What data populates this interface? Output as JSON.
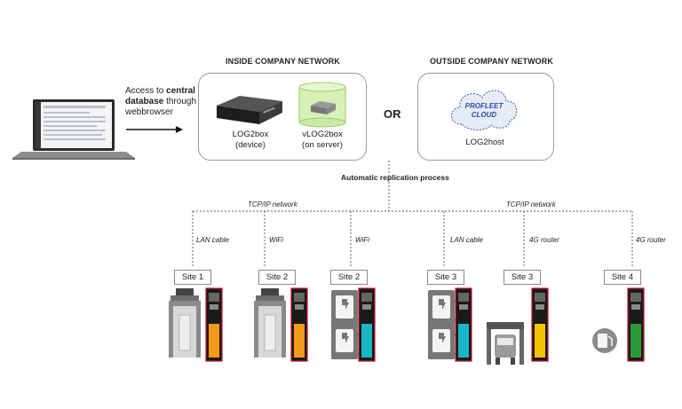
{
  "headers": {
    "inside": "INSIDE COMPANY NETWORK",
    "outside": "OUTSIDE COMPANY NETWORK"
  },
  "access_text": {
    "line1_prefix": "Access to ",
    "line1_bold": "central",
    "line2_bold": "database",
    "line2_suffix": " through",
    "line3": "webbrowser"
  },
  "devices": {
    "log2box": {
      "name": "LOG2box",
      "sub": "(device)"
    },
    "vlog2box": {
      "name": "vLOG2box",
      "sub": "(on server)"
    },
    "log2host": {
      "name": "LOG2host"
    },
    "cloud": {
      "line1": "PROFLEET",
      "line2": "CLOUD"
    }
  },
  "or_label": "OR",
  "replication": "Automatic replication process",
  "networks": {
    "tcp_left": "TCP/IP network",
    "tcp_right": "TCP/IP network"
  },
  "connections": [
    "LAN cable",
    "WiFi",
    "WiFi",
    "LAN cable",
    "4G router",
    "4G router"
  ],
  "sites": [
    "Site 1",
    "Site 2",
    "Site 2",
    "Site 3",
    "Site 3",
    "Site 4"
  ],
  "colors": {
    "orange": "#f39a1a",
    "teal": "#19b7c6",
    "yellow": "#f5c400",
    "green": "#2a9a3a",
    "red_frame": "#c8102e",
    "cloud_fill": "#e6ecf7",
    "vbox_fill": "#d6f0b6"
  },
  "icons": [
    "laptop-icon",
    "box-device-icon",
    "server-cylinder-icon",
    "cloud-icon",
    "charger-bay-icon",
    "ev-charger-icon",
    "truck-wash-icon",
    "fuel-pump-icon",
    "pump-terminal-icon"
  ]
}
